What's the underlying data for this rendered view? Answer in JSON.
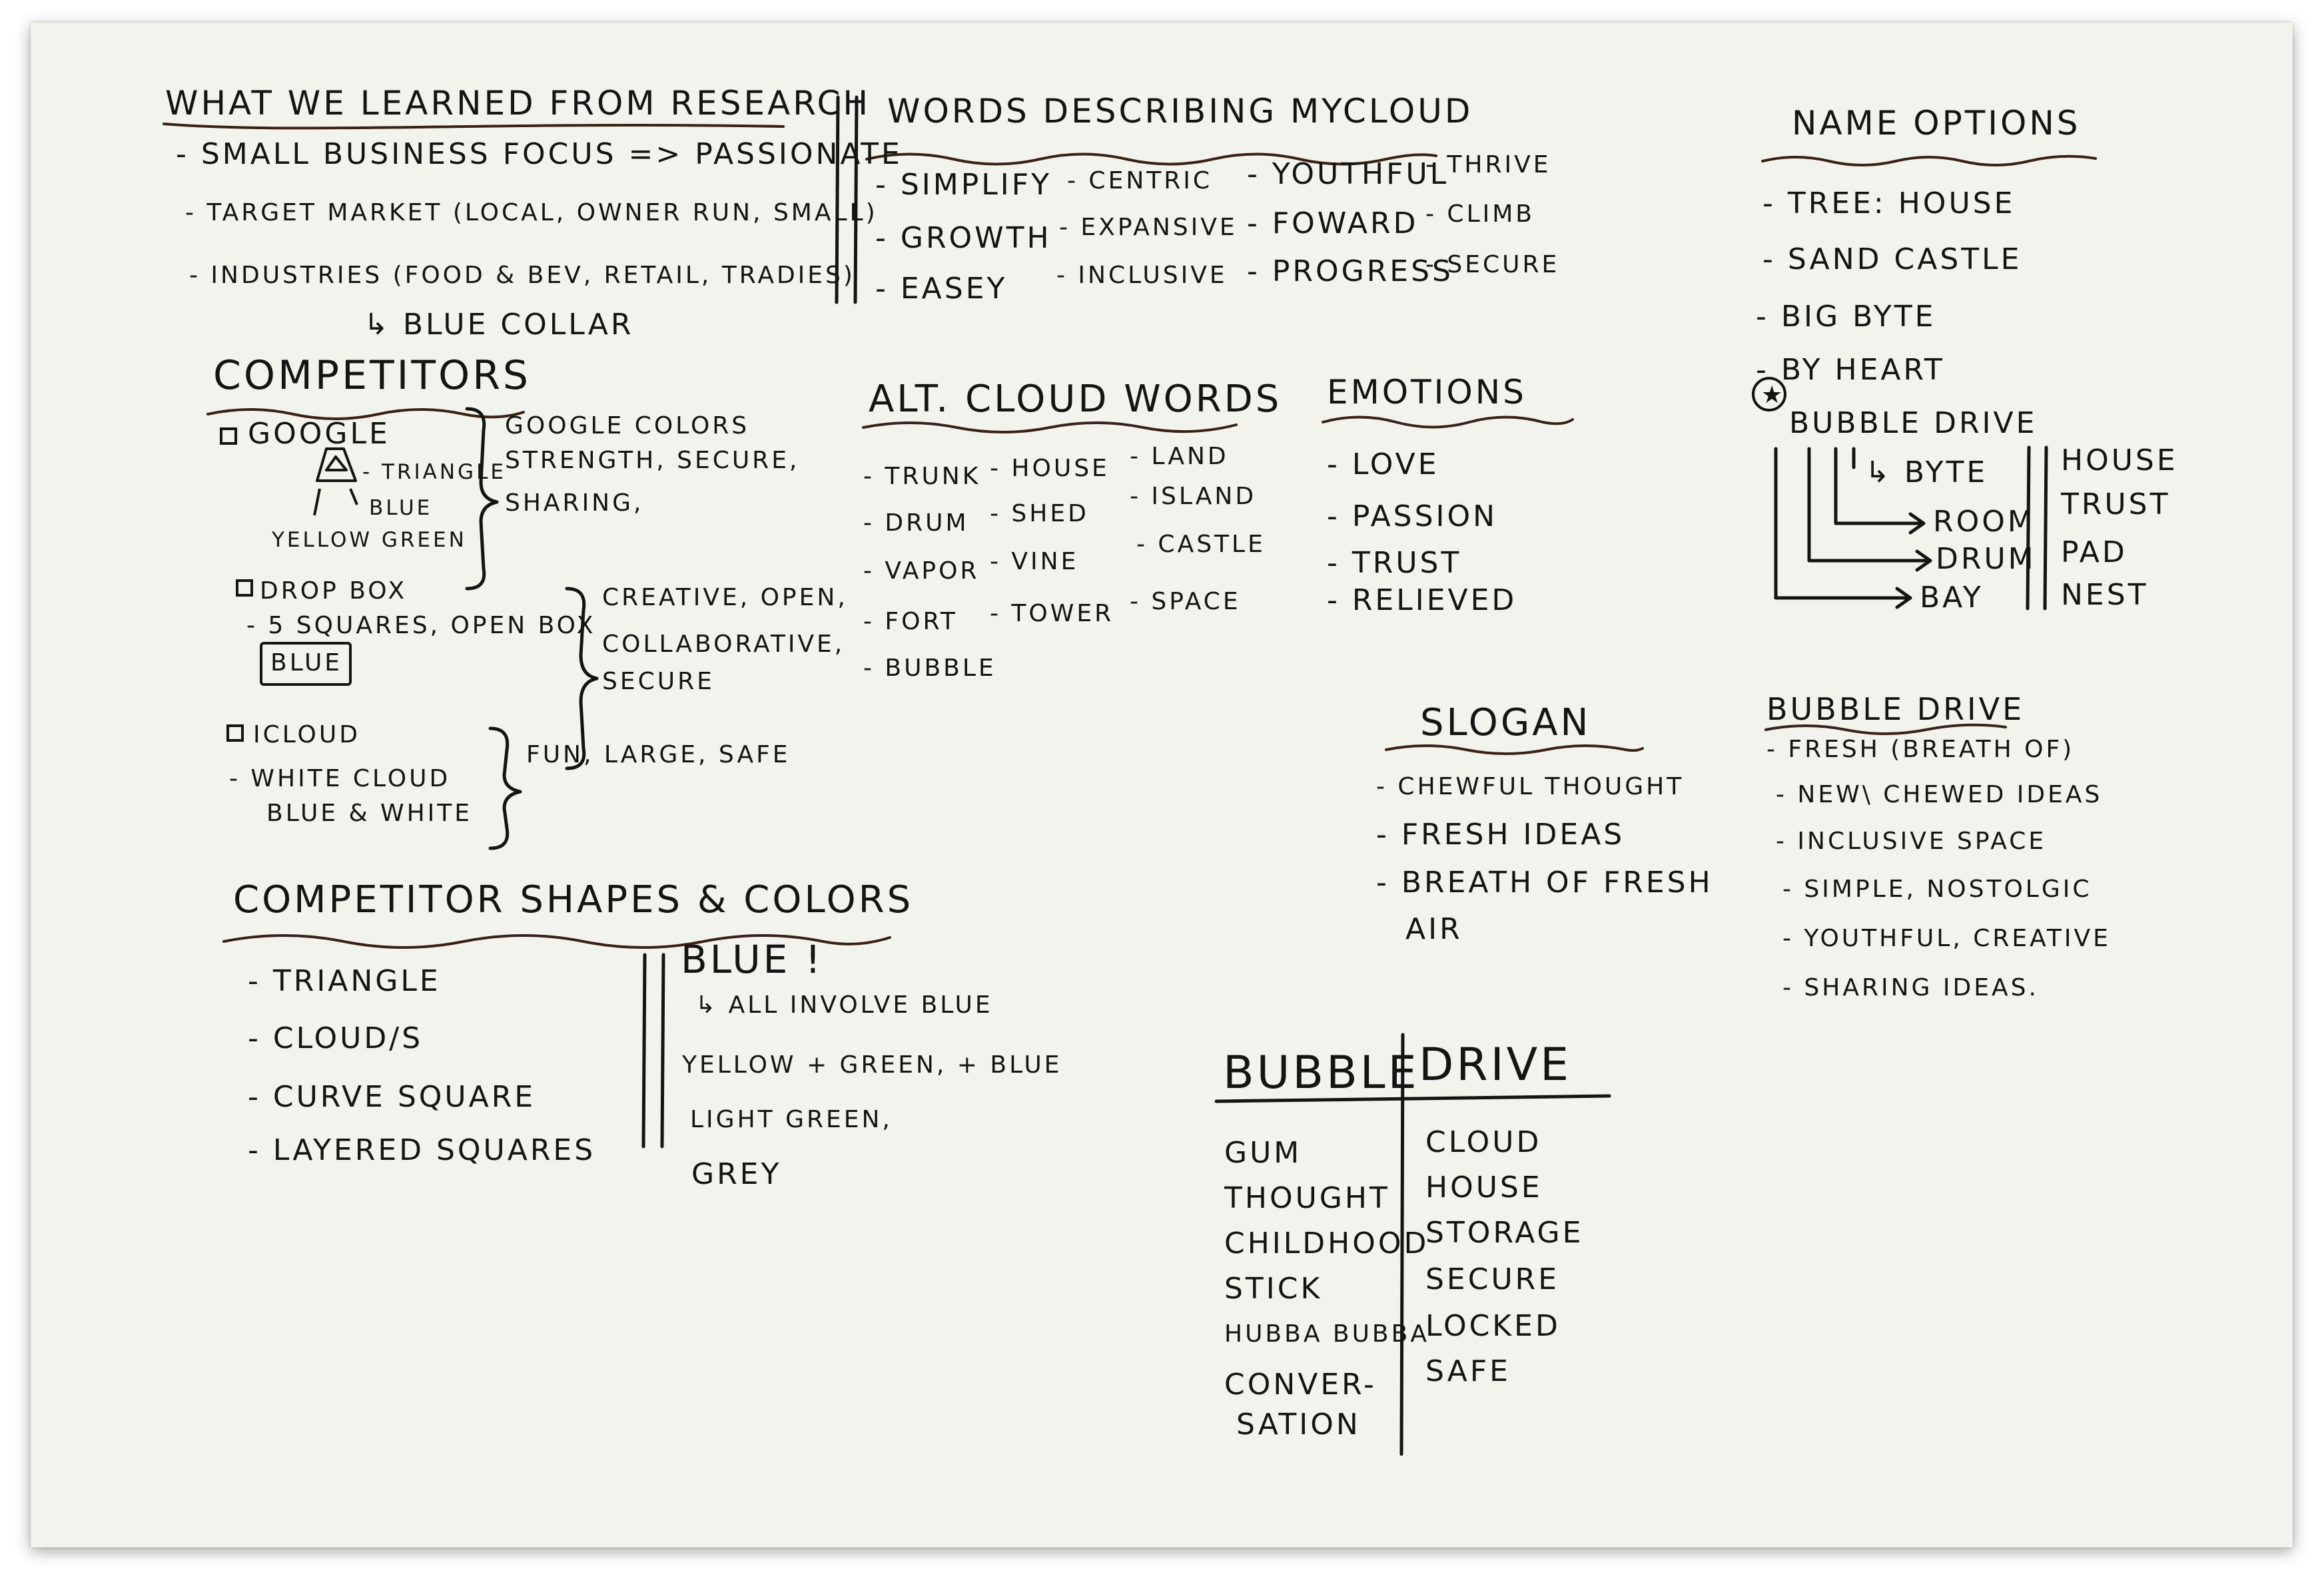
{
  "research": {
    "title": "WHAT WE LEARNED FROM RESEARCH",
    "items": [
      "- SMALL BUSINESS FOCUS => PASSIONATE",
      "- TARGET MARKET (LOCAL, OWNER RUN, SMALL)",
      "- INDUSTRIES (FOOD & BEV, RETAIL, TRADIES)",
      "↳ BLUE COLLAR"
    ]
  },
  "words": {
    "title": "WORDS DESCRIBING MYCLOUD",
    "columns": [
      [
        "- SIMPLIFY",
        "- GROWTH",
        "- EASEY"
      ],
      [
        "- CENTRIC",
        "- EXPANSIVE",
        "- INCLUSIVE"
      ],
      [
        "- YOUTHFUL",
        "- FOWARD",
        "- PROGRESS"
      ],
      [
        "- THRIVE",
        "- CLIMB",
        "- SECURE"
      ]
    ]
  },
  "names": {
    "title": "NAME OPTIONS",
    "items": [
      "- TREE: HOUSE",
      "- SAND CASTLE",
      "- BIG BYTE",
      "- BY HEART",
      "BUBBLE DRIVE"
    ],
    "star_mark": "★",
    "branches": [
      "↳ BYTE",
      "ROOM",
      "DRUM",
      "BAY"
    ],
    "right_column": [
      "HOUSE",
      "TRUST",
      "PAD",
      "NEST"
    ]
  },
  "competitors": {
    "title": "COMPETITORS",
    "google": {
      "name": "GOOGLE",
      "details": [
        "- TRIANGLE",
        "BLUE",
        "YELLOW GREEN"
      ],
      "traits": [
        "GOOGLE COLORS",
        "STRENGTH, SECURE,",
        "SHARING,"
      ]
    },
    "dropbox": {
      "name": "DROP BOX",
      "details": [
        "- 5 SQUARES, OPEN BOX",
        "BLUE"
      ],
      "traits": [
        "CREATIVE, OPEN,",
        "COLLABORATIVE,",
        "SECURE"
      ]
    },
    "icloud": {
      "name": "ICLOUD",
      "details": [
        "- WHITE CLOUD",
        "BLUE & WHITE"
      ],
      "traits": [
        "FUN, LARGE, SAFE"
      ]
    }
  },
  "alt_cloud": {
    "title": "ALT. CLOUD WORDS",
    "columns": [
      [
        "- TRUNK",
        "- DRUM",
        "- VAPOR",
        "- FORT",
        "- BUBBLE"
      ],
      [
        "- HOUSE",
        "- SHED",
        "- VINE",
        "- TOWER"
      ],
      [
        "- LAND",
        "- ISLAND",
        "- CASTLE",
        "- SPACE"
      ]
    ]
  },
  "emotions": {
    "title": "EMOTIONS",
    "items": [
      "- LOVE",
      "- PASSION",
      "- TRUST",
      "- RELIEVED"
    ]
  },
  "slogan": {
    "title": "SLOGAN",
    "items": [
      "- CHEWFUL THOUGHT",
      "- FRESH IDEAS",
      "- BREATH OF FRESH",
      "AIR"
    ]
  },
  "bubble_drive_notes": {
    "title": "BUBBLE DRIVE",
    "items": [
      "- FRESH (BREATH OF)",
      "- NEW\\ CHEWED IDEAS",
      "- INCLUSIVE SPACE",
      "- SIMPLE, NOSTOLGIC",
      "- YOUTHFUL, CREATIVE",
      "- SHARING IDEAS."
    ]
  },
  "shapes": {
    "title": "COMPETITOR SHAPES & COLORS",
    "left": [
      "- TRIANGLE",
      "- CLOUD/S",
      "- CURVE SQUARE",
      "- LAYERED SQUARES"
    ],
    "right_heading": "BLUE !",
    "right": [
      "↳ ALL INVOLVE BLUE",
      "YELLOW + GREEN, + BLUE",
      "LIGHT GREEN,",
      "GREY"
    ]
  },
  "table": {
    "col1_header": "BUBBLE",
    "col2_header": "DRIVE",
    "col1": [
      "GUM",
      "THOUGHT",
      "CHILDHOOD",
      "STICK",
      "HUBBA BUBBA",
      "CONVER-",
      "SATION"
    ],
    "col2": [
      "CLOUD",
      "HOUSE",
      "STORAGE",
      "SECURE",
      "LOCKED",
      "SAFE"
    ]
  },
  "colors": {
    "paper": "#f3f3ed",
    "ink": "#141414",
    "underline": "#3a2216"
  }
}
